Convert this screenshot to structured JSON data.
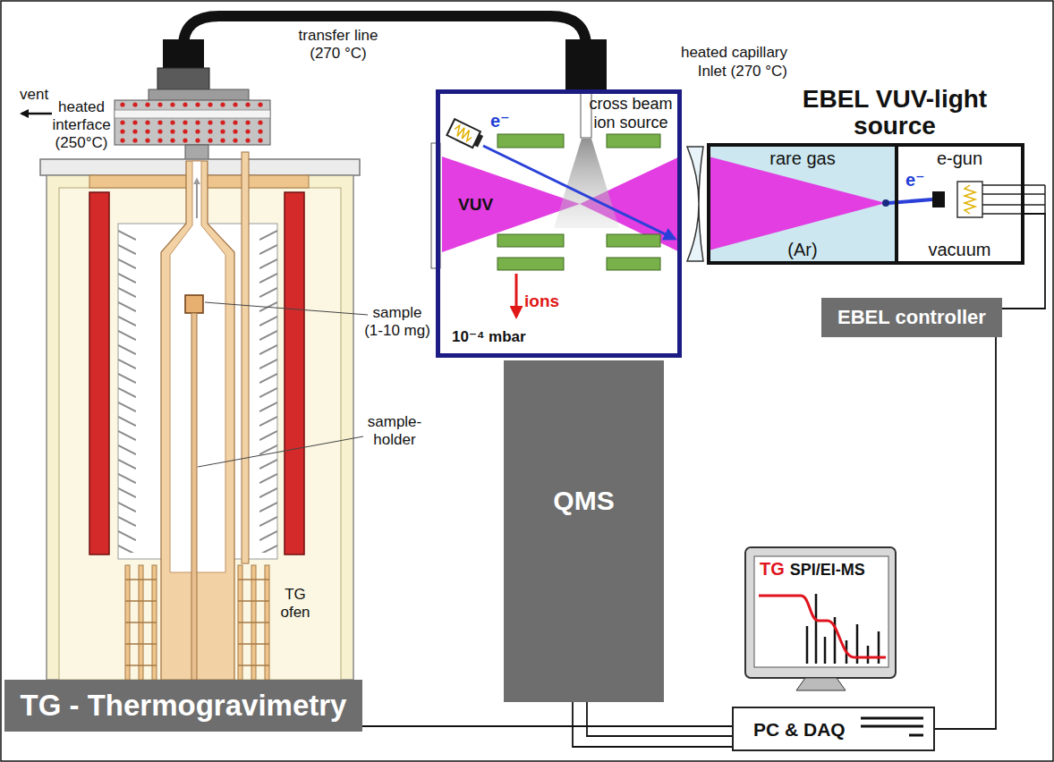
{
  "diagram": {
    "nodes": [
      {
        "text": [
          "TG - Thermogravimetry"
        ]
      },
      {
        "text": [
          "cross beam ion source",
          "10⁻⁴ mbar"
        ]
      },
      {
        "text": [
          "EBEL VUV-light source"
        ]
      },
      {
        "text": [
          "rare gas",
          "(Ar)"
        ],
        "in": 2
      },
      {
        "text": [
          "e-gun",
          "vacuum"
        ],
        "in": 2
      },
      {
        "text": [
          "QMS"
        ]
      },
      {
        "text": [
          "EBEL controller"
        ]
      },
      {
        "text": [
          "TG",
          "SPI/EI-MS"
        ]
      },
      {
        "text": [
          "PC & DAQ"
        ]
      }
    ],
    "edges": [
      {
        "from": 0,
        "to": 8,
        "arrow": "none"
      },
      {
        "from": 5,
        "to": 8,
        "arrow": "none"
      },
      {
        "from": 4,
        "to": 6,
        "arrow": "none"
      },
      {
        "from": 6,
        "to": 8,
        "arrow": "none"
      }
    ],
    "labels": [
      "transfer line (270 °C)",
      "heated capillary Inlet (270 °C)",
      "vent",
      "heated interface (250°C)",
      "sample (1-10 mg)",
      "sample-holder",
      "TG ofen",
      "e⁻",
      "VUV",
      "ions",
      "e⁻"
    ]
  }
}
